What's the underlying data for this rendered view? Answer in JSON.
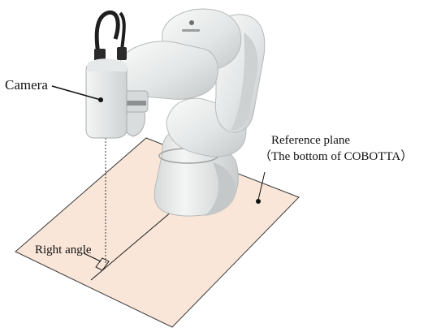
{
  "labels": {
    "camera": "Camera",
    "reference_plane": "Reference plane",
    "reference_plane_note": "（The bottom of COBOTTA）",
    "right_angle": "Right angle"
  },
  "colors": {
    "plane_fill": "#f9e6d8",
    "plane_edge": "#3a3a3a",
    "robot_body": "#e9ebeb",
    "robot_shadow": "#bfc3c3",
    "cable": "#1e1e1e",
    "leader": "#111111"
  }
}
